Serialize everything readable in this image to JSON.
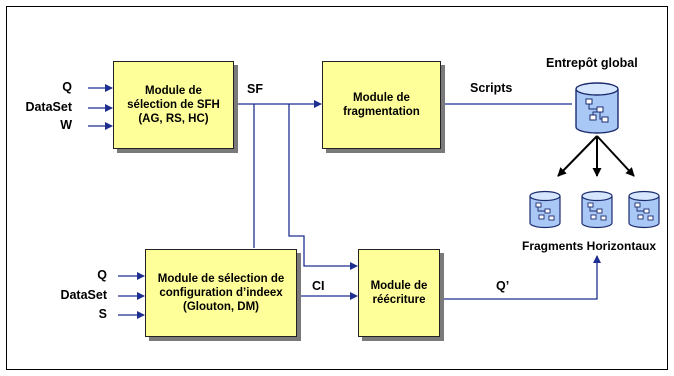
{
  "modules": {
    "sfh": "Module de\nsélection de SFH\n(AG, RS, HC)",
    "fragmentation": "Module de\nfragmentation",
    "index_config": "Module de sélection de\nconfiguration d’indeex\n(Glouton, DM)",
    "rewrite": "Module de\nréécriture"
  },
  "inputs_top": [
    "Q",
    "DataSet",
    "W"
  ],
  "inputs_bottom": [
    "Q",
    "DataSet",
    "S"
  ],
  "labels": {
    "sf": "SF",
    "scripts": "Scripts",
    "ci": "CI",
    "q_prime": "Q’",
    "global_warehouse": "Entrepôt global",
    "horizontal_fragments": "Fragments Horizontaux"
  },
  "icons": {
    "warehouse": "database-cylinder-icon",
    "fragment": "database-cylinder-icon"
  },
  "colors": {
    "box_fill": "#ffff99",
    "line": "#1f2f8f",
    "shadow": "#7a7a7a",
    "db_fill": "#a9c8f5"
  }
}
